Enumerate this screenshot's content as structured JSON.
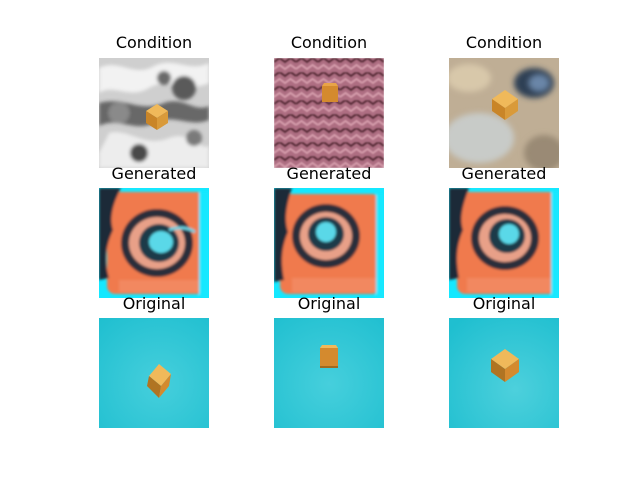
{
  "figure": {
    "rows": [
      {
        "row": "condition",
        "cells": [
          {
            "title": "Condition",
            "image": "grayscale-mottled-texture-with-orange-cube"
          },
          {
            "title": "Condition",
            "image": "pink-zigzag-fabric-with-orange-cube"
          },
          {
            "title": "Condition",
            "image": "sandy-beige-texture-with-orange-cube"
          }
        ]
      },
      {
        "row": "generated",
        "cells": [
          {
            "title": "Generated",
            "image": "orange-cyan-abstract-eye-pattern"
          },
          {
            "title": "Generated",
            "image": "orange-cyan-abstract-eye-pattern"
          },
          {
            "title": "Generated",
            "image": "orange-cyan-abstract-eye-pattern"
          }
        ]
      },
      {
        "row": "original",
        "cells": [
          {
            "title": "Original",
            "image": "cyan-background-with-orange-cube"
          },
          {
            "title": "Original",
            "image": "cyan-background-with-orange-cube"
          },
          {
            "title": "Original",
            "image": "cyan-background-with-orange-cube"
          }
        ]
      }
    ],
    "colors": {
      "cube": "#d99a3a",
      "cube_top": "#f0b95a",
      "cube_side": "#b07422",
      "cyan_bg": "#22c3d2",
      "generated_orange": "#f07a4e",
      "generated_cyan": "#14e8ff"
    }
  }
}
